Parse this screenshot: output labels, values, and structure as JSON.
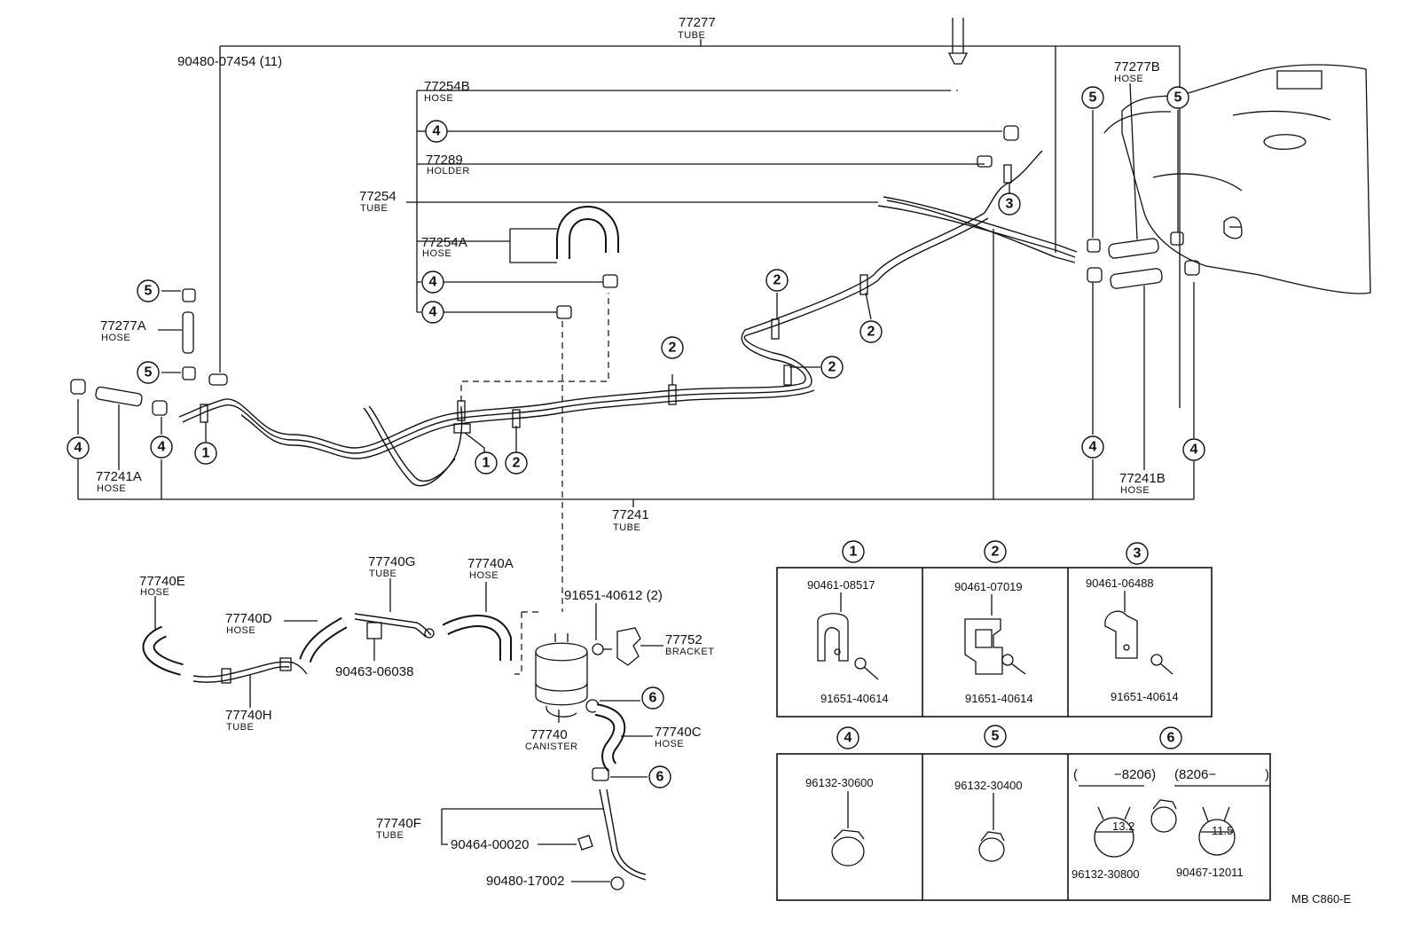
{
  "parts": {
    "p77277": {
      "num": "77277",
      "name": "TUBE"
    },
    "p9048007454": {
      "num": "90480-07454 (11)"
    },
    "p77254B": {
      "num": "77254B",
      "name": "HOSE"
    },
    "p77289": {
      "num": "77289",
      "name": "HOLDER"
    },
    "p77254": {
      "num": "77254",
      "name": "TUBE"
    },
    "p77254A": {
      "num": "77254A",
      "name": "HOSE"
    },
    "p77277A": {
      "num": "77277A",
      "name": "HOSE"
    },
    "p77277B": {
      "num": "77277B",
      "name": "HOSE"
    },
    "p77241A": {
      "num": "77241A",
      "name": "HOSE"
    },
    "p77241": {
      "num": "77241",
      "name": "TUBE"
    },
    "p77241B": {
      "num": "77241B",
      "name": "HOSE"
    },
    "p77740E": {
      "num": "77740E",
      "name": "HOSE"
    },
    "p77740D": {
      "num": "77740D",
      "name": "HOSE"
    },
    "p77740G": {
      "num": "77740G",
      "name": "TUBE"
    },
    "p77740A": {
      "num": "77740A",
      "name": "HOSE"
    },
    "p9165140612": {
      "num": "91651-40612 (2)"
    },
    "p77752": {
      "num": "77752",
      "name": "BRACKET"
    },
    "p9046306038": {
      "num": "90463-06038"
    },
    "p77740H": {
      "num": "77740H",
      "name": "TUBE"
    },
    "p77740": {
      "num": "77740",
      "name": "CANISTER"
    },
    "p77740C": {
      "num": "77740C",
      "name": "HOSE"
    },
    "p77740F": {
      "num": "77740F",
      "name": "TUBE"
    },
    "p9046400020": {
      "num": "90464-00020"
    },
    "p9048017002": {
      "num": "90480-17002"
    }
  },
  "callouts": [
    "1",
    "2",
    "3",
    "4",
    "5",
    "6"
  ],
  "legend": {
    "cell1": {
      "no": "1",
      "clamp": "90461-08517",
      "bolt": "91651-40614"
    },
    "cell2": {
      "no": "2",
      "clamp": "90461-07019",
      "bolt": "91651-40614"
    },
    "cell3": {
      "no": "3",
      "clamp": "90461-06488",
      "bolt": "91651-40614"
    },
    "cell4": {
      "no": "4",
      "clamp": "96132-30600"
    },
    "cell5": {
      "no": "5",
      "clamp": "96132-30400"
    },
    "cell6": {
      "no": "6",
      "range_open": "(",
      "range_left": "−8206)",
      "range_right": "(8206−",
      "range_close": ")",
      "dim_a": "13.2",
      "dim_b": "11.5",
      "clamp_a": "96132-30800",
      "clamp_b": "90467-12011"
    }
  },
  "code": "MB  C860-E"
}
